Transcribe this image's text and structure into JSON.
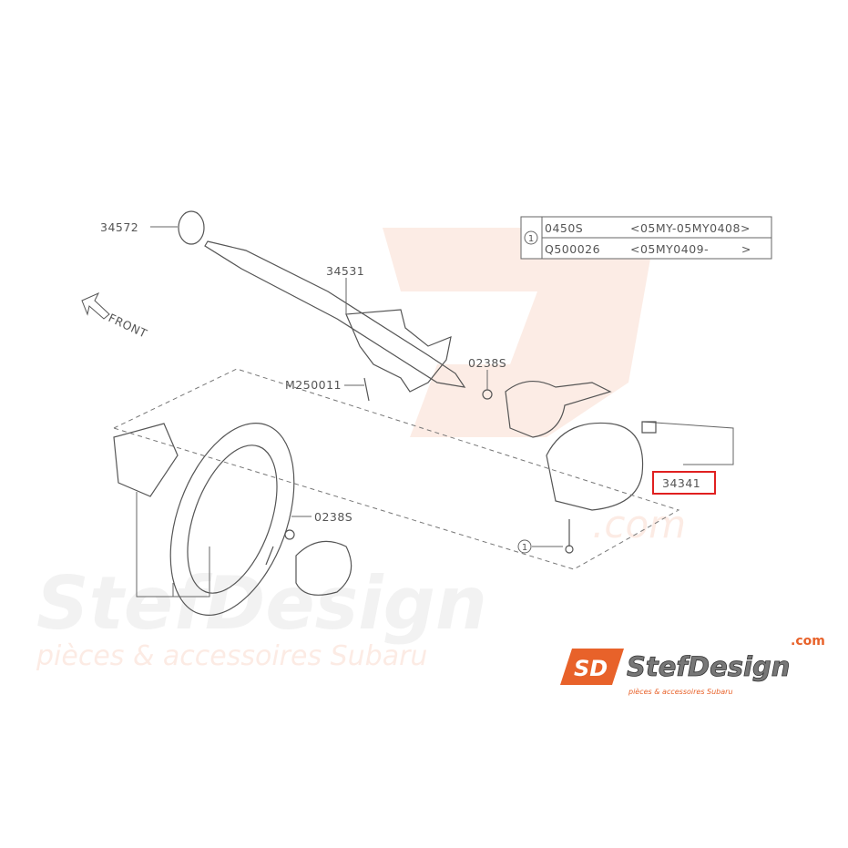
{
  "watermark": {
    "brand": "StefDesign",
    "domain": ".com",
    "tagline": "pièces & accessoires Subaru"
  },
  "logo": {
    "brand": "StefDesign",
    "domain": ".com",
    "tagline": "pièces & accessoires Subaru",
    "accent_color": "#e8622a"
  },
  "callouts": {
    "p34572": "34572",
    "p34531": "34531",
    "front": "FRONT",
    "m250011": "M250011",
    "p0238s_top": "0238S",
    "p0238s_bottom": "0238S",
    "p34341": "34341",
    "ref_marker": "1"
  },
  "highlight_color": "#e02020",
  "ref_table": {
    "marker": "1",
    "rows": [
      {
        "part": "0450S",
        "range": "<05MY-05MY0408>"
      },
      {
        "part": "Q500026",
        "range": "<05MY0409-        >"
      }
    ]
  }
}
